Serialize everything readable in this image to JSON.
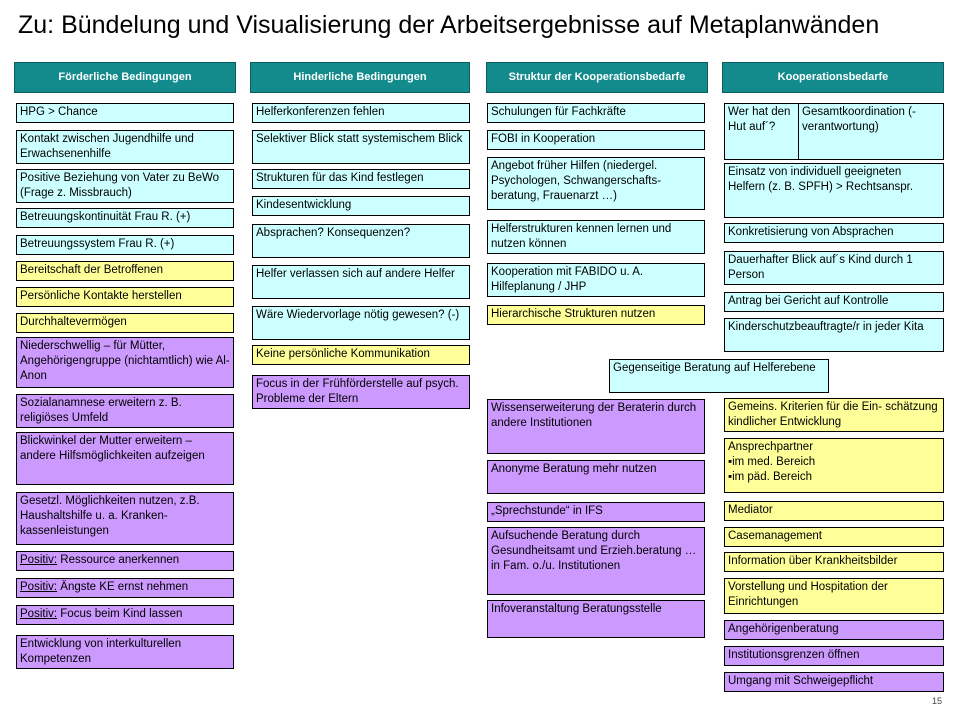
{
  "title": "Zu: Bündelung und Visualisierung der Arbeitsergebnisse auf Metaplanwänden",
  "page_number": "15",
  "colors": {
    "header": "#138b8d",
    "cyan": "#ccffff",
    "yellow": "#ffff99",
    "purple": "#cc99ff"
  },
  "headers": {
    "col1": "Förderliche Bedingungen",
    "col2": "Hinderliche Bedingungen",
    "col3": "Struktur der Kooperationsbedarfe",
    "col4": "Kooperationsbedarfe"
  },
  "col1": [
    "HPG > Chance",
    "Kontakt zwischen Jugendhilfe und Erwachsenenhilfe",
    "Positive Beziehung von Vater zu BeWo (Frage z. Missbrauch)",
    "Betreuungskontinuität Frau R. (+)",
    "Betreuungssystem Frau R. (+)",
    "Bereitschaft der Betroffenen",
    "Persönliche Kontakte herstellen",
    "Durchhaltevermögen",
    "Niederschwellig – für Mütter, Angehörigengruppe (nichtamtlich) wie Al-Anon",
    "Sozialanamnese erweitern z. B. religiöses Umfeld",
    "Blickwinkel der Mutter erweitern – andere Hilfsmöglichkeiten aufzeigen",
    "Gesetzl. Möglichkeiten nutzen, z.B. Haushaltshilfe u. a. Kranken- kassenleistungen",
    "Entwicklung von interkulturellen Kompetenzen"
  ],
  "positiv": {
    "prefix": "Positiv:",
    "items": [
      " Ressource anerkennen",
      " Ängste KE ernst nehmen",
      " Focus beim Kind lassen"
    ]
  },
  "col2": [
    "Helferkonferenzen fehlen",
    "Selektiver Blick statt systemischem Blick",
    "Strukturen für das Kind festlegen",
    "Kindesentwicklung",
    "Absprachen? Konsequenzen?",
    "Helfer verlassen sich auf andere Helfer",
    "Wäre Wiedervorlage nötig gewesen? (-)",
    "Keine persönliche Kommunikation",
    "Focus in der Frühförderstelle auf psych. Probleme der Eltern"
  ],
  "col3": [
    "Schulungen für Fachkräfte",
    "FOBI in Kooperation",
    "Angebot früher Hilfen (niedergel. Psychologen, Schwangerschafts- beratung, Frauenarzt …)",
    "Helferstrukturen kennen lernen und nutzen können",
    "Kooperation mit FABIDO u. A. Hilfeplanung / JHP",
    "Hierarchische Strukturen nutzen",
    "Gegenseitige Beratung auf Helferebene",
    "Wissenserweiterung der Beraterin durch andere Institutionen",
    "Anonyme Beratung mehr nutzen",
    "„Sprechstunde“ in IFS",
    "Aufsuchende Beratung durch Gesundheitsamt und Erzieh.beratung … in Fam. o./u. Institutionen",
    "Infoveranstaltung Beratungsstelle"
  ],
  "col4": {
    "split_left": "Wer hat den Hut auf´?",
    "split_right": "Gesamtkoordination (-verantwortung)",
    "items": [
      "Einsatz von individuell geeigneten Helfern (z. B. SPFH) > Rechtsanspr.",
      "Konkretisierung von Absprachen",
      "Dauerhafter Blick auf´s Kind durch 1 Person",
      "Antrag bei Gericht auf Kontrolle",
      "Kinderschutzbeauftragte/r in jeder Kita",
      "Gemeins. Kriterien für die Ein- schätzung kindlicher Entwicklung",
      "Ansprechpartner",
      "Mediator",
      "Casemanagement",
      "Information über Krankheitsbilder",
      "Vorstellung und Hospitation der Einrichtungen",
      "Angehörigenberatung",
      "Institutionsgrenzen öffnen",
      "Umgang mit Schweigepflicht"
    ],
    "ansprechpartner_bullets": [
      "im med. Bereich",
      "im päd. Bereich"
    ]
  }
}
